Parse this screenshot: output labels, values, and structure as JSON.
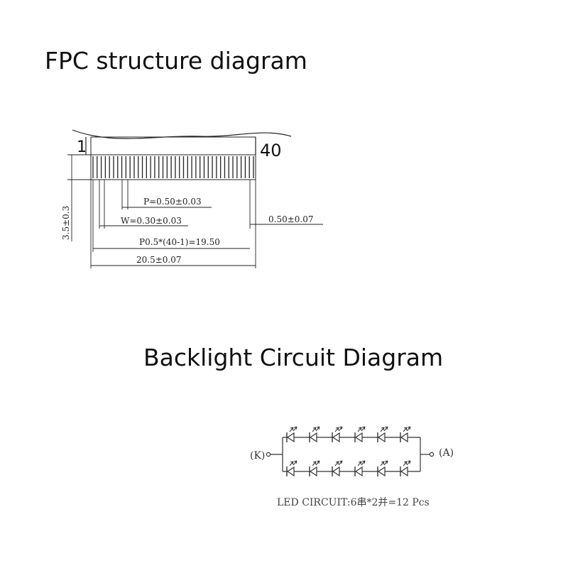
{
  "fpc": {
    "title": "FPC structure diagram",
    "pin_first": "1",
    "pin_last": "40",
    "pin_count": 40,
    "dim_height": "3.5±0.3",
    "dim_pitch": "P=0.50±0.03",
    "dim_width": "W=0.30±0.03",
    "dim_margin": "0.50±0.07",
    "dim_span": "P0.5*(40-1)=19.50",
    "dim_total": "20.5±0.07"
  },
  "backlight": {
    "title": "Backlight Circuit Diagram",
    "cathode_label": "(K)",
    "anode_label": "(A)",
    "leds_per_row": 6,
    "rows": 2,
    "caption": "LED CIRCUIT:6串*2并=12 Pcs"
  }
}
